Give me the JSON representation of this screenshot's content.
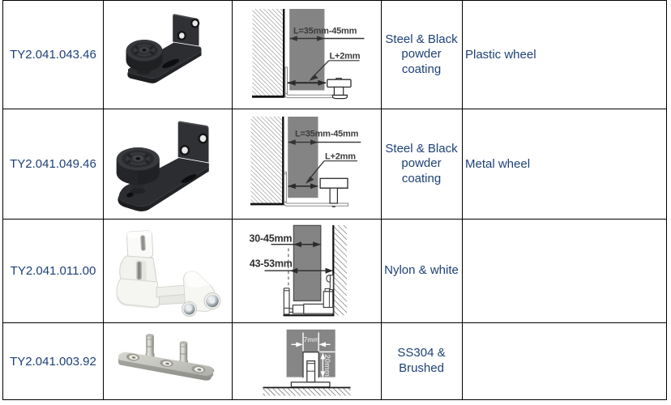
{
  "table": {
    "border_color": "#000000",
    "text_color": "#1d4077",
    "rows": [
      {
        "code": "TY2.041.043.46",
        "product_icon": "black-stay-roller-plastic-wheel",
        "diagram": {
          "top_dim": "L=35mm-45mm",
          "side_dim": "L+2mm"
        },
        "material_lines": [
          "Steel & Black",
          "powder",
          "coating"
        ],
        "note": "Plastic wheel"
      },
      {
        "code": "TY2.041.049.46",
        "product_icon": "black-stay-roller-metal-wheel",
        "diagram": {
          "top_dim": "L=35mm-45mm",
          "side_dim": "L+2mm"
        },
        "material_lines": [
          "Steel & Black",
          "powder",
          "coating"
        ],
        "note": "Metal wheel"
      },
      {
        "code": "TY2.041.011.00",
        "product_icon": "white-nylon-floor-guide",
        "diagram": {
          "width_dim": "30-45mm",
          "offset_dim": "43-53mm"
        },
        "material_lines": [
          "Nylon & white"
        ],
        "note": ""
      },
      {
        "code": "TY2.041.003.92",
        "product_icon": "stainless-steel-t-guide-plate",
        "diagram": {
          "groove_width_dim": "7mm",
          "groove_depth_dim": "20mm"
        },
        "material_lines": [
          "SS304 &",
          "Brushed"
        ],
        "note": ""
      }
    ]
  },
  "colors": {
    "door_gray": "#848484",
    "diagram_label": "#3b3b3b",
    "dimension_white": "#ffffff",
    "hatch": "#8f8f8f"
  }
}
